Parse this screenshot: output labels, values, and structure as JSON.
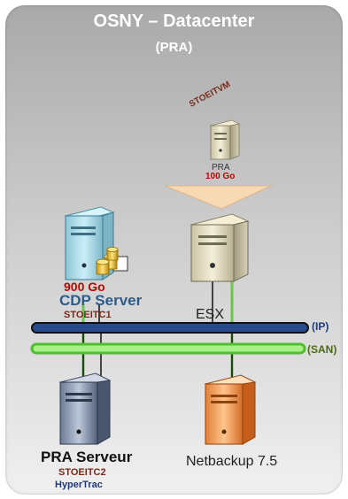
{
  "header": {
    "title": "OSNY – Datacenter",
    "subtitle": "(PRA)"
  },
  "vm": {
    "name": "STOEITVM",
    "label": "PRA",
    "size": "100 Go"
  },
  "cdp_server": {
    "size": "900 Go",
    "label": "CDP Server",
    "hostname": "STOEITC1"
  },
  "esx": {
    "label": "ESX"
  },
  "networks": {
    "ip_label": "(IP)",
    "san_label": "(SAN)"
  },
  "pra_server": {
    "label": "PRA Serveur",
    "hostname": "STOEITC2",
    "software": "HyperTrac"
  },
  "netbackup": {
    "label": "Netbackup 7.5"
  },
  "colors": {
    "ip_bus": "#1f3a78",
    "san_bus": "#66c84a",
    "panel": "#bdbdbd",
    "funnel": "#f7d9b4"
  }
}
